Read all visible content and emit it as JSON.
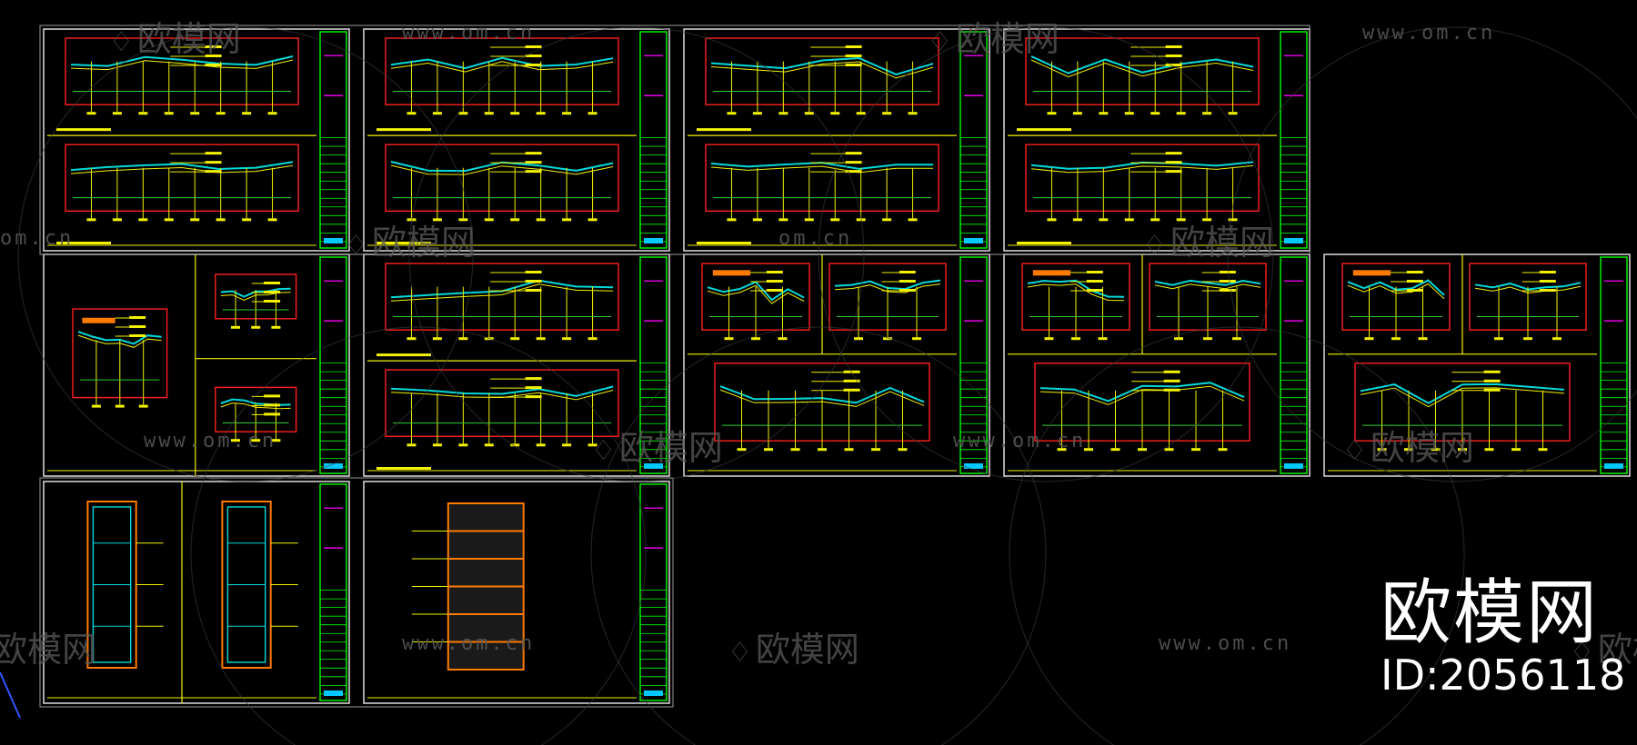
{
  "brand": {
    "name": "欧模网",
    "id_label": "ID:2056118"
  },
  "watermarks": {
    "url_text": "www.om.cn",
    "cn_text": "欧模网",
    "partial_url": "om.cn"
  },
  "colors": {
    "background": "#000000",
    "sheet_border": "#cfcfcf",
    "title_block": "#00ff00",
    "detail_frame": "#ff1f1f",
    "linework_yellow": "#f2f200",
    "linework_cyan": "#00d8d8",
    "linework_orange": "#ff7a00",
    "accent_magenta": "#ff00ff"
  }
}
